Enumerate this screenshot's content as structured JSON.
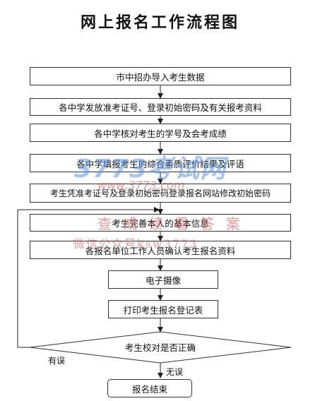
{
  "title": "网上报名工作流程图",
  "steps": [
    "市中招办导入考生数据",
    "各中学发放准考证号、登录初始密码及有关报考资料",
    "各中学核对考生的学号及会考成绩",
    "各中学填报考生的综合素质评价结果及评语",
    "考生凭准考证号及登录初始密码登录报名网站修改初始密码",
    "考生完善本人的基本信息",
    "各报名单位工作人员确认考生报名资料",
    "电子摄像",
    "打印考生报名登记表"
  ],
  "decision": "考生校对是否正确",
  "branch_no": "有误",
  "branch_yes": "无误",
  "end": "报名结束",
  "watermarks": {
    "logo": "3773考试网",
    "url": "www.3773.com",
    "line1": "查 成 绩  看 答 案",
    "line2": "微信公众号ksw3773"
  }
}
